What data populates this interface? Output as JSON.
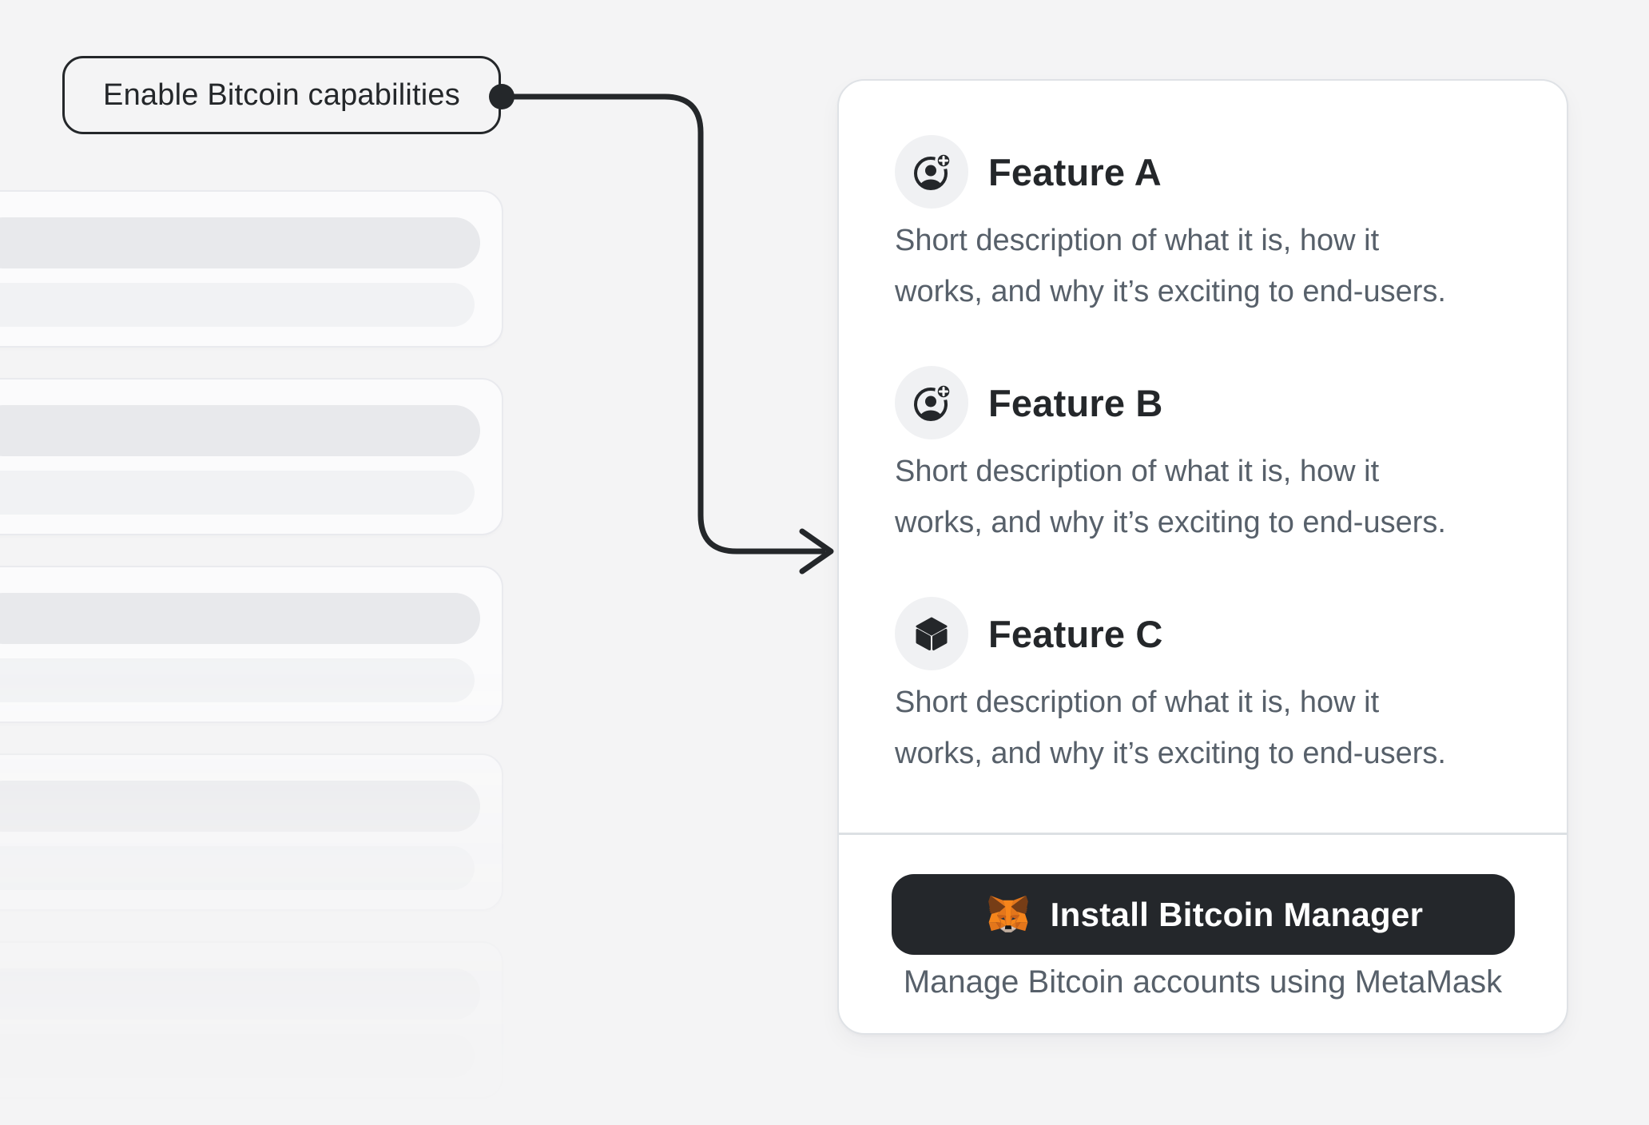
{
  "colors": {
    "page_bg": "#f4f4f5",
    "ink": "#24272a",
    "text_muted": "#57606a",
    "panel_bg": "#ffffff",
    "panel_border": "#dfe2e6",
    "divider": "#dce0e4",
    "icon_circle_bg": "#f0f1f3",
    "skeleton_card_bg": "#fbfbfc",
    "skeleton_card_border": "#e9eaee",
    "skeleton_pill_dark": "#e8e9ec",
    "skeleton_pill_light": "#f1f2f4",
    "button_bg": "#24272b",
    "button_text": "#ffffff",
    "metamask_orange": "#f6851b"
  },
  "callout": {
    "label": "Enable Bitcoin capabilities"
  },
  "skeleton": {
    "card_count": 5
  },
  "panel": {
    "features": [
      {
        "icon": "user-plus-icon",
        "title": "Feature A",
        "description_lines": [
          "Short description of what it is, how it",
          "works, and why it’s exciting to end-users."
        ]
      },
      {
        "icon": "user-plus-icon",
        "title": "Feature B",
        "description_lines": [
          "Short description of what it is, how it",
          "works, and why it’s exciting to end-users."
        ]
      },
      {
        "icon": "cube-icon",
        "title": "Feature C",
        "description_lines": [
          "Short description of what it is, how it",
          "works, and why it’s exciting to end-users."
        ]
      }
    ],
    "footer": {
      "button_icon": "metamask-fox-icon",
      "button_label": "Install Bitcoin Manager",
      "caption": "Manage Bitcoin accounts using MetaMask"
    }
  }
}
